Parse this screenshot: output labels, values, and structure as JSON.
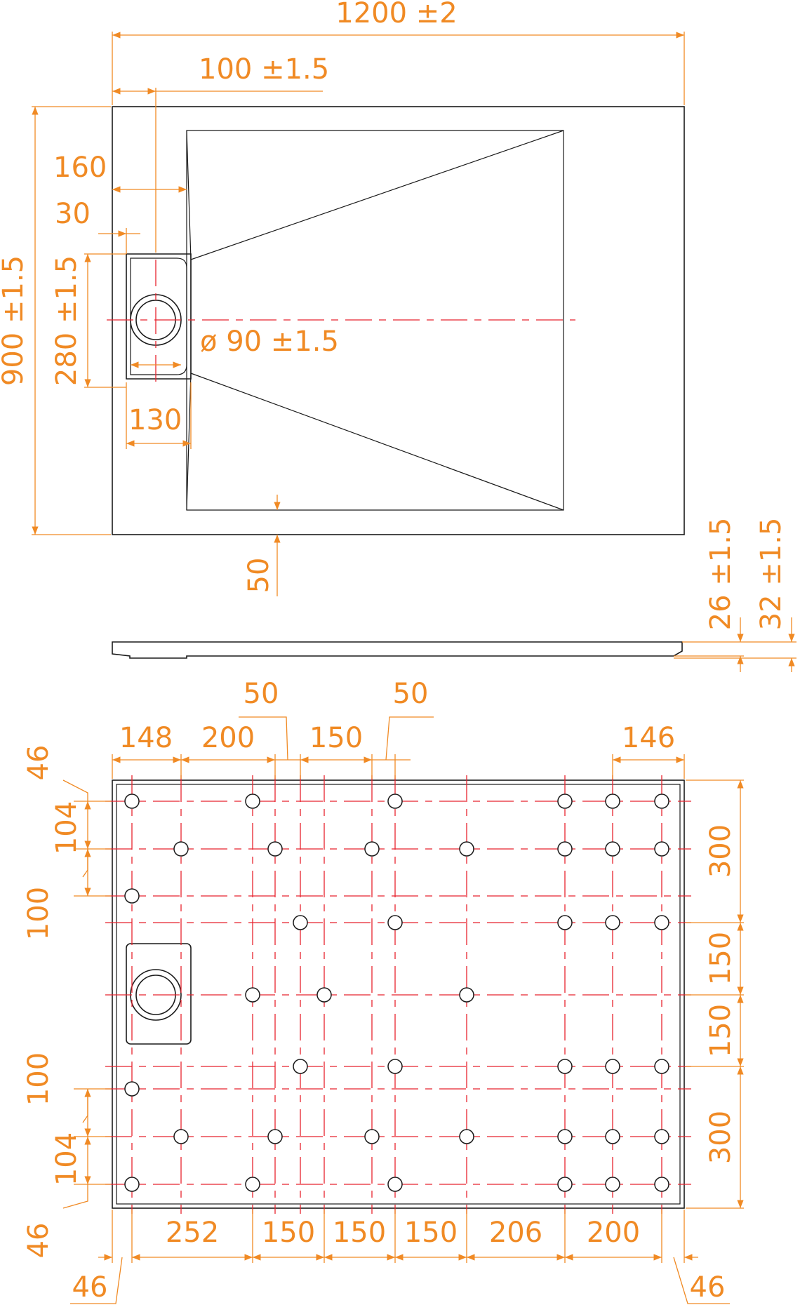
{
  "top_view": {
    "overall_width": "1200 ±2",
    "drain_offset": "100 ±1.5",
    "dim_160": "160",
    "dim_30": "30",
    "overall_depth": "900 ±1.5",
    "channel_length": "280 ±1.5",
    "drain_diameter": "ø 90 ±1.5",
    "channel_width": "130",
    "edge_50": "50"
  },
  "side_view": {
    "thickness_a": "26 ±1.5",
    "thickness_b": "32 ±1.5"
  },
  "bottom_view": {
    "top_dims": [
      "148",
      "200",
      "150",
      "146"
    ],
    "offsets_50": [
      "50",
      "50"
    ],
    "left_dims_top": [
      "46",
      "104",
      "100"
    ],
    "left_dims_bottom": [
      "100",
      "104",
      "46"
    ],
    "right_dims": [
      "300",
      "150",
      "150",
      "300"
    ],
    "bottom_dims": [
      "252",
      "150",
      "150",
      "150",
      "206",
      "200"
    ],
    "corner_dims": [
      "46",
      "46"
    ]
  },
  "colors": {
    "dimension": "#f08a24",
    "centerline": "#e8232e",
    "outline": "#1a1a1a"
  }
}
